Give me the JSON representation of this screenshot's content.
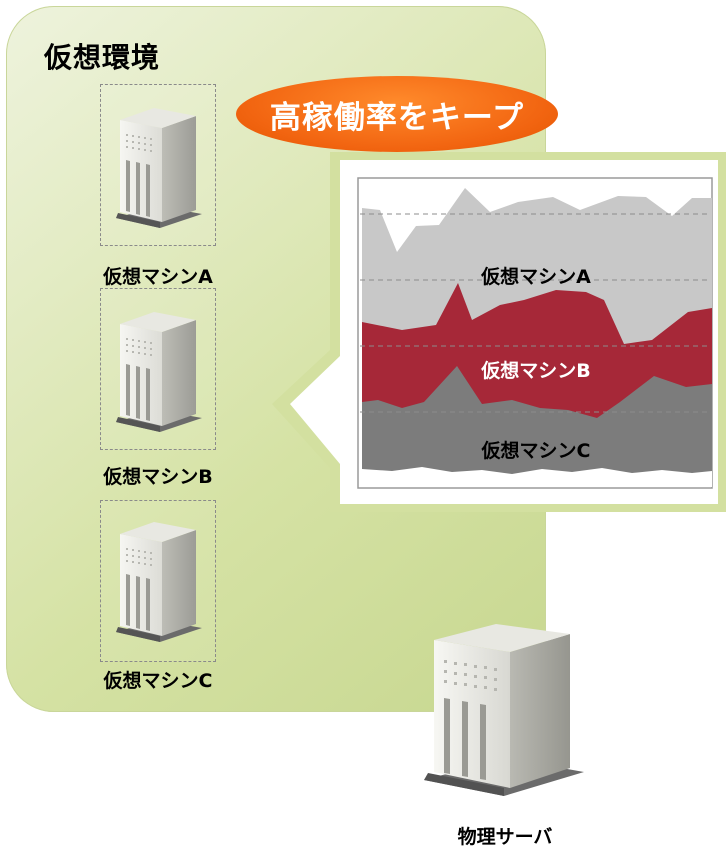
{
  "environment": {
    "title": "仮想環境"
  },
  "virtual_machines": [
    {
      "label": "仮想マシンA"
    },
    {
      "label": "仮想マシンB"
    },
    {
      "label": "仮想マシンC"
    }
  ],
  "callout": {
    "text": "高稼働率をキープ"
  },
  "chart": {
    "labels": [
      "仮想マシンA",
      "仮想マシンB",
      "仮想マシンC"
    ]
  },
  "physical_server": {
    "label": "物理サーバ"
  },
  "colors": {
    "environment_bg": "#d5e2a4",
    "callout": "#f26511",
    "vm_a_area": "#c8c8c8",
    "vm_b_area": "#a62838",
    "vm_c_area": "#7c7c7c",
    "bubble_border": "#d3e0a0"
  }
}
